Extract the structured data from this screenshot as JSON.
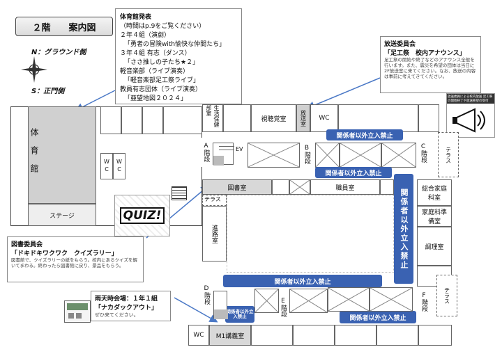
{
  "title": "２階　　案内図",
  "compass": {
    "north": "N：グラウンド側",
    "south": "S：正門側"
  },
  "gym_event": {
    "heading": "体育館発表",
    "note": "（時間はp.9をご覧ください）",
    "lines": [
      "２年４組（演劇）",
      "「勇者の冒険with愉快な仲間たち」",
      "３年４組 有志（ダンス）",
      "「ささ推しの子たち★２」",
      "軽音楽部（ライブ演奏）",
      "「軽音楽部足工祭ライブ」",
      "教員有志団体（ライブ演奏）",
      "「亜望地図２０２４」"
    ]
  },
  "broadcast": {
    "heading": "放送委員会",
    "title": "「足工祭　校内アナウンス」",
    "body": "足工祭の開始や終了などのアナウンス全般を行います。また、震災を希望の団体は当日に2F放送室に来てください。なお、放送の内容は事前に考えてきてください。",
    "poster": "放送委員による校内放送 足工祭の開始終了や放送要望の受付"
  },
  "library_event": {
    "heading": "図書委員会",
    "title": "「ドキドキワクワク　クイズラリー」",
    "body": "図書館で、クイズラリーの紙をもらう。校内にあるクイズを解いてまわる。終わったら図書館に戻り、景品をもらう。"
  },
  "rain_event": {
    "heading": "雨天時会場：１年１組",
    "title": "「ナカダックアウト」",
    "body": "ぜひ来てください。"
  },
  "rooms": {
    "gym": "体育館",
    "stage": "ステージ",
    "wc": "WC",
    "health": "生活保健部室",
    "av": "視聴覚室",
    "broadcast_room": "放送室",
    "stairs_a": "A階段",
    "stairs_b": "B階段",
    "stairs_c": "C階段",
    "stairs_d": "D階段",
    "stairs_e": "E階段",
    "stairs_f": "F階段",
    "ev": "EV",
    "library": "図書室",
    "terrace": "テラス",
    "career": "進路室",
    "staff": "職員室",
    "sogo": "総合家庭科室",
    "kateika": "家庭科準備室",
    "cooking": "調理室",
    "m1": "M1講義室",
    "quiz": "QUIZ!"
  },
  "no_entry": "関係者以外立入禁止",
  "no_entry_short": "関係者以外立入禁止",
  "colors": {
    "banner": "#3a62b2",
    "arrow": "#4a78c6"
  }
}
